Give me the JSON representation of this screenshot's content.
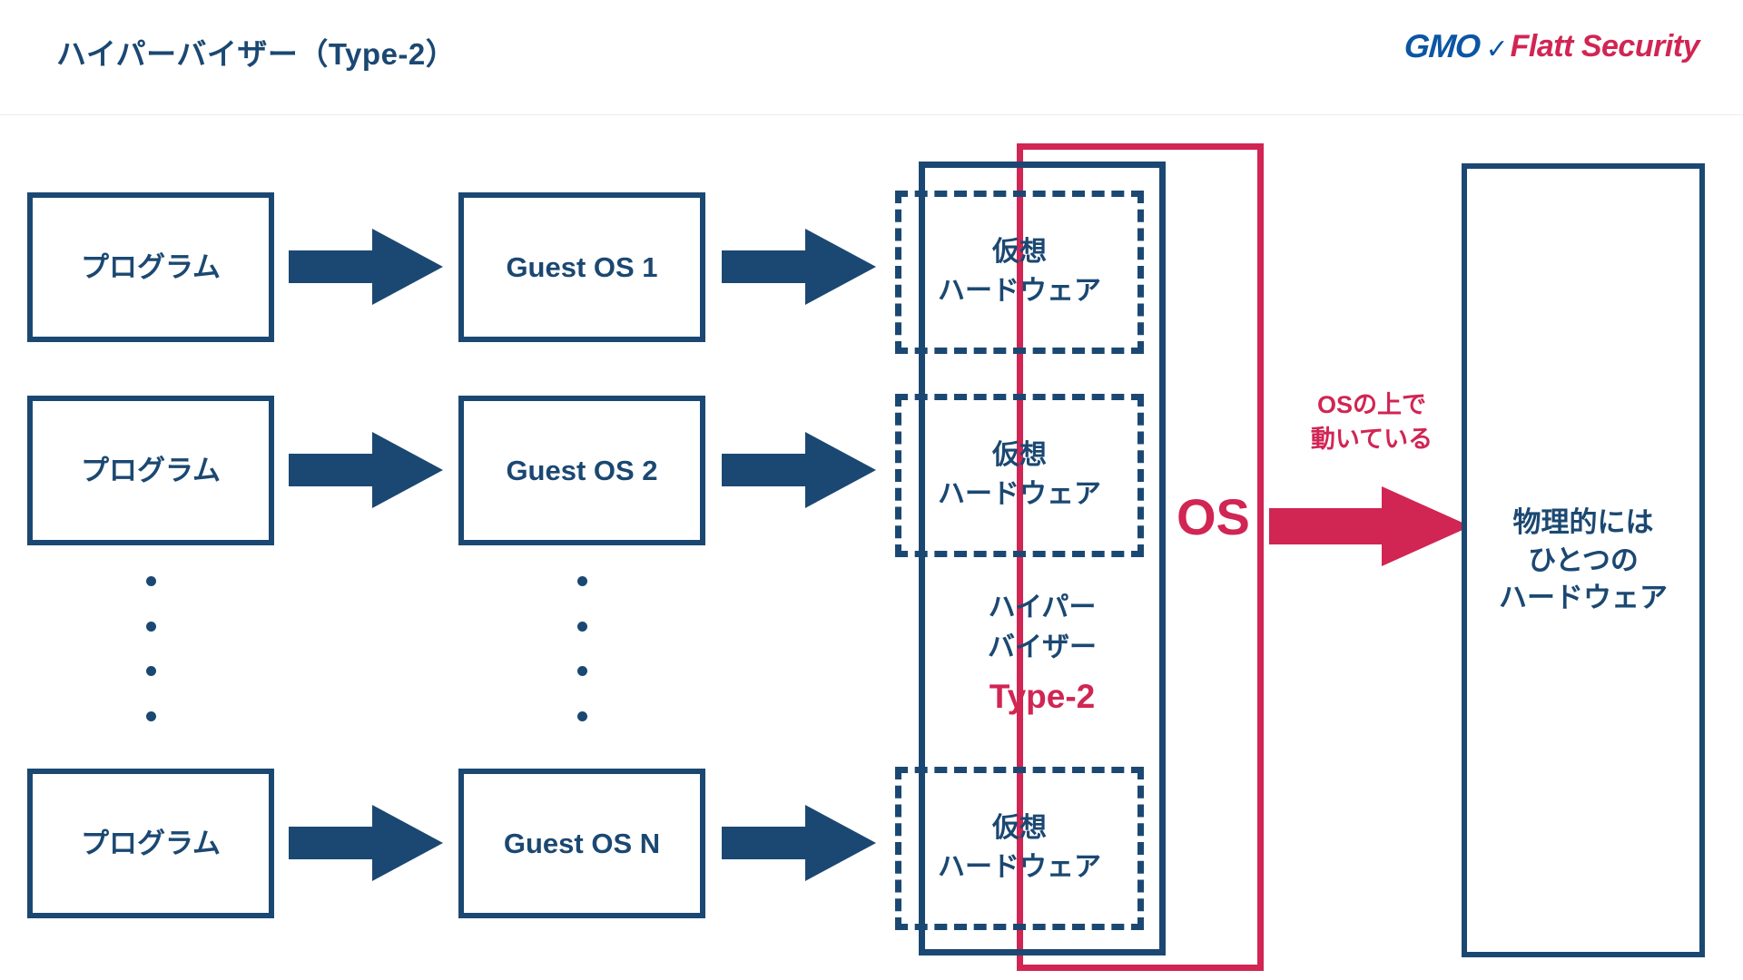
{
  "header": {
    "title": "ハイパーバイザー（Type-2）",
    "logo": {
      "gmo": "GMO",
      "separator": "✓",
      "flatt": "Flatt Security"
    }
  },
  "colors": {
    "navy": "#1b4872",
    "crimson": "#d12553",
    "logo_blue": "#0b56a4",
    "divider": "#ededf0",
    "background": "#ffffff"
  },
  "diagram": {
    "rows": [
      {
        "program": "プログラム",
        "guest_os": "Guest OS 1",
        "virtual_hardware": "仮想\nハードウェア"
      },
      {
        "program": "プログラム",
        "guest_os": "Guest OS 2",
        "virtual_hardware": "仮想\nハードウェア"
      },
      {
        "program": "プログラム",
        "guest_os": "Guest OS N",
        "virtual_hardware": "仮想\nハードウェア"
      }
    ],
    "program_labels": [
      "プログラム",
      "プログラム",
      "プログラム"
    ],
    "guest_os_labels": [
      "Guest OS 1",
      "Guest OS 2",
      "Guest OS N"
    ],
    "virtual_hardware_labels": [
      "仮想\nハードウェア",
      "仮想\nハードウェア",
      "仮想\nハードウェア"
    ],
    "virtual_hardware_line1": "仮想",
    "virtual_hardware_line2": "ハードウェア",
    "hypervisor": {
      "line1": "ハイパー",
      "line2": "バイザー",
      "type": "Type-2"
    },
    "os_label": "OS",
    "annotation": {
      "line1": "OSの上で",
      "line2": "動いている"
    },
    "physical_hardware": {
      "line1": "物理的には",
      "line2": "ひとつの",
      "line3": "ハードウェア"
    },
    "ellipsis_dot_count": 4
  }
}
